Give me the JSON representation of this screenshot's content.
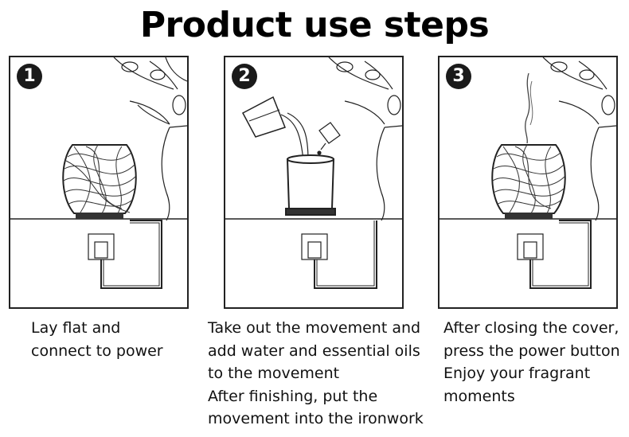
{
  "title": "Product use steps",
  "steps": [
    {
      "number": "1",
      "lines": [
        "Lay flat and",
        "connect to power"
      ]
    },
    {
      "number": "2",
      "lines": [
        "Take out the movement and",
        "add water and essential oils",
        "to the movement",
        "After finishing, put the",
        "movement into the ironwork"
      ]
    },
    {
      "number": "3",
      "lines": [
        "After closing the cover,",
        "press the power button",
        "Enjoy your fragrant",
        "moments"
      ]
    }
  ]
}
